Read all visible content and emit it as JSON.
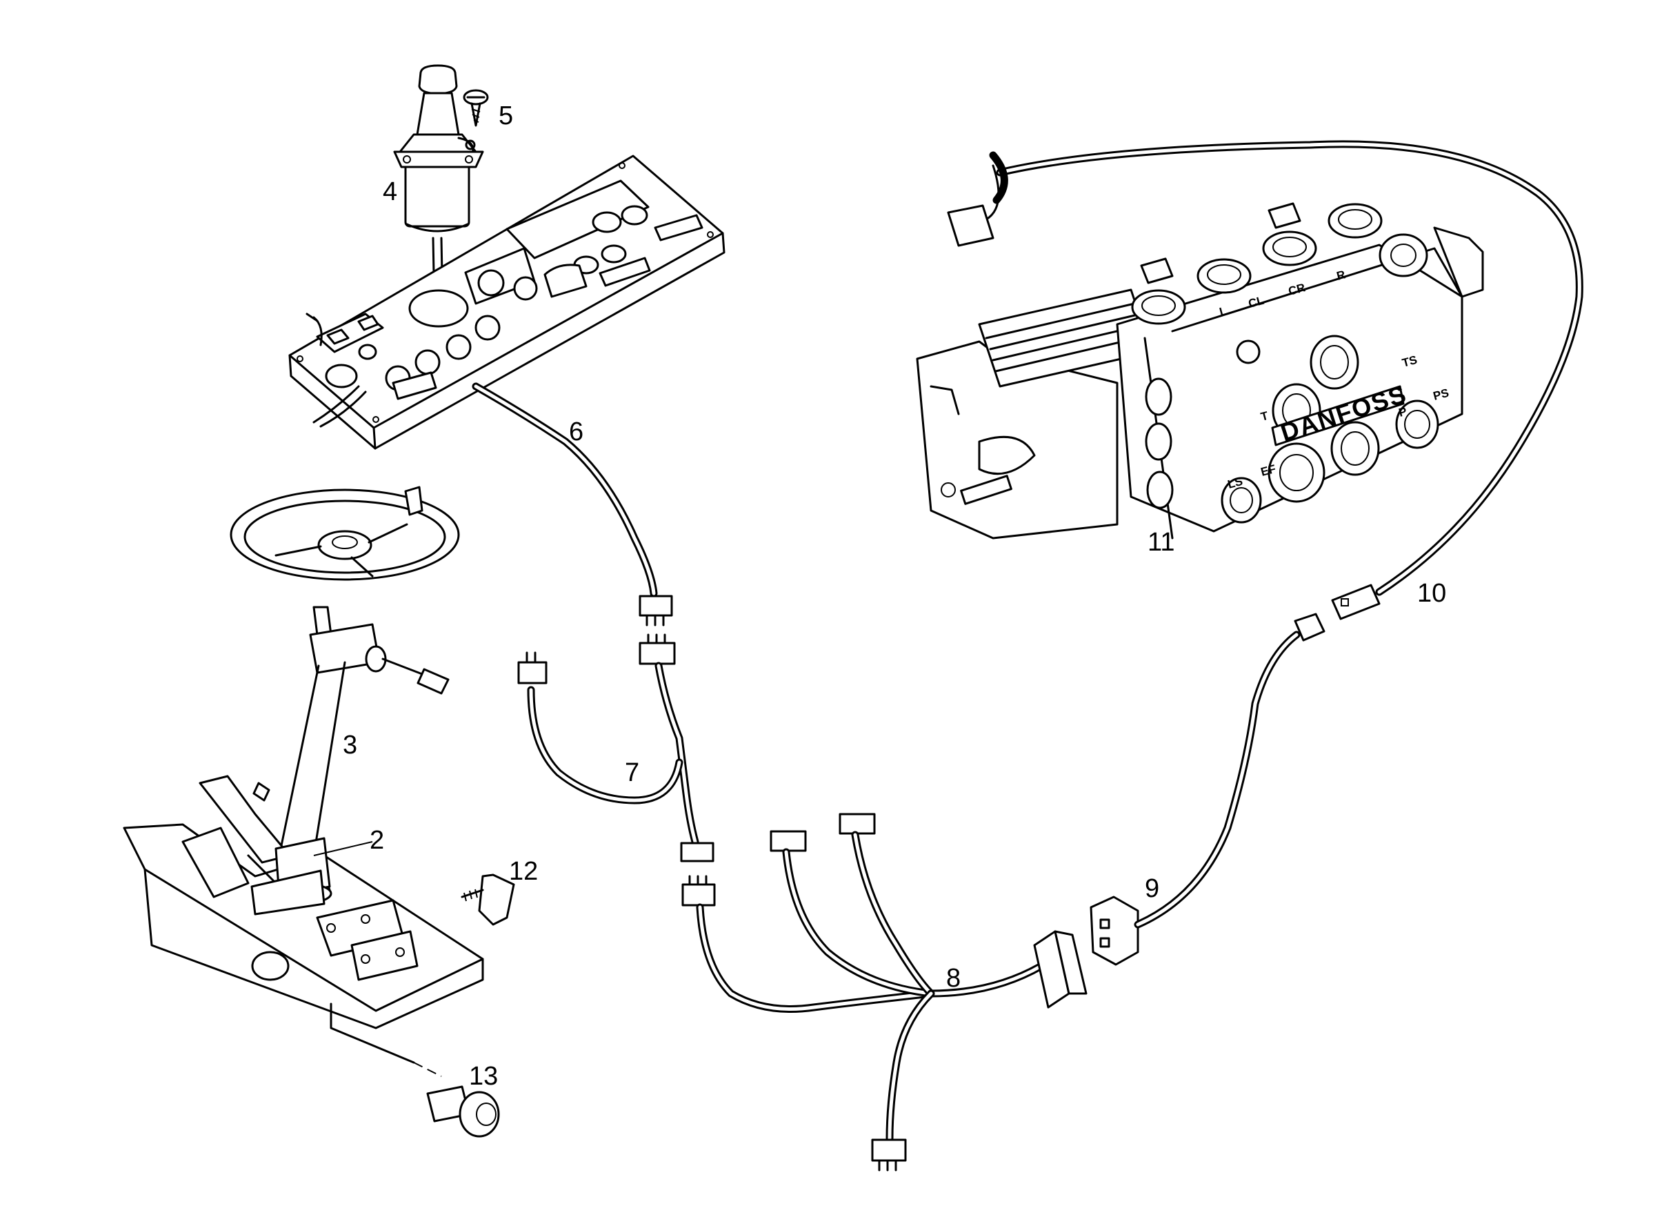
{
  "callouts": {
    "c2": "2",
    "c3": "3",
    "c4": "4",
    "c5": "5",
    "c6": "6",
    "c7": "7",
    "c8": "8",
    "c9": "9",
    "c10": "10",
    "c11": "11",
    "c12": "12",
    "c13": "13"
  },
  "valve": {
    "brand": "DANFOSS",
    "ports": {
      "l": "L",
      "cl": "CL",
      "cr": "CR",
      "r": "R",
      "ts": "TS",
      "t": "T",
      "p": "P",
      "ps": "PS",
      "ls": "LS",
      "ef": "EF"
    }
  }
}
